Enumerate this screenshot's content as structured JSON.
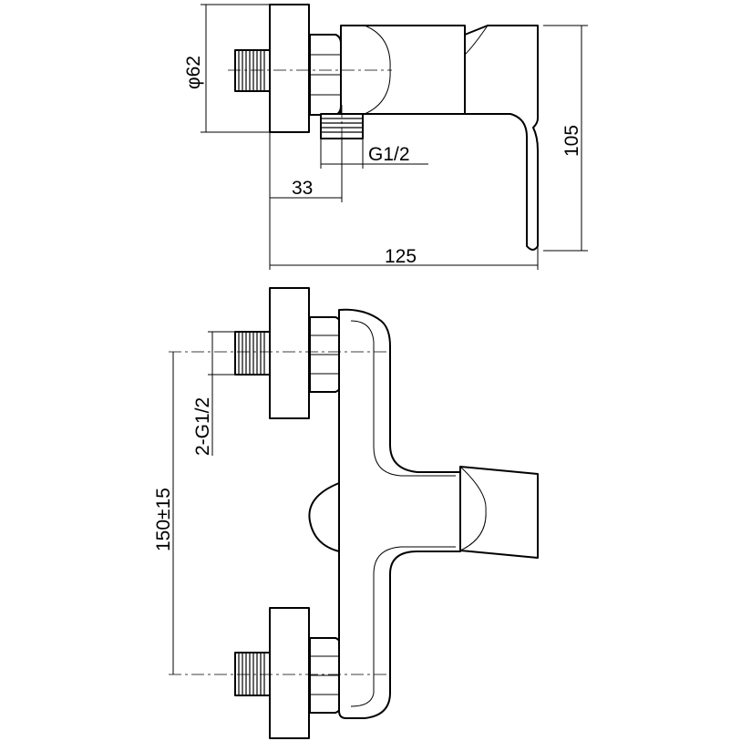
{
  "diagram": {
    "top_view": {
      "diameter_label": "φ62",
      "thread_label": "G1/2",
      "offset_label": "33",
      "width_label": "125",
      "height_label": "105"
    },
    "front_view": {
      "thread_label": "2-G1/2",
      "spacing_label": "150±15"
    }
  }
}
